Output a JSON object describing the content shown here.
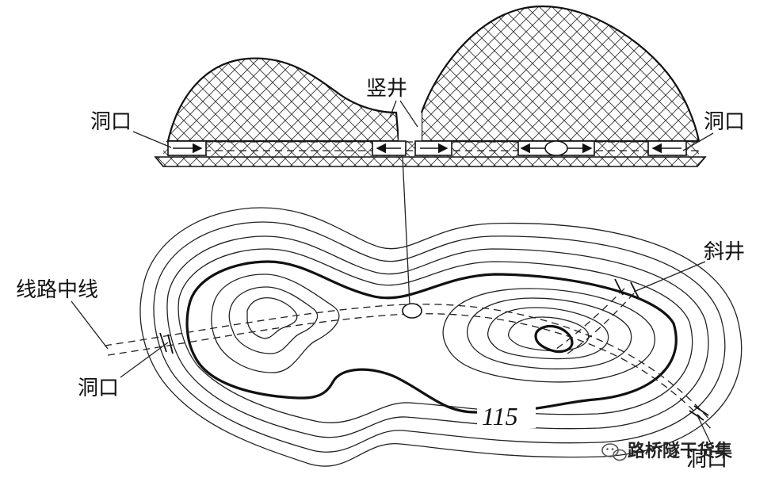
{
  "labels": {
    "shaft": "竖井",
    "portal_left_top": "洞口",
    "portal_right_top": "洞口",
    "incline": "斜井",
    "centerline": "线路中线",
    "portal_left_bottom": "洞口",
    "portal_right_bottom": "洞口",
    "contour_value": "115"
  },
  "watermark": {
    "text": "路桥隧干货集"
  },
  "colors": {
    "ink": "#111111",
    "paper": "#ffffff",
    "hatch": "#333333"
  },
  "icons": {
    "watermark_icon": "wechat-icon"
  }
}
